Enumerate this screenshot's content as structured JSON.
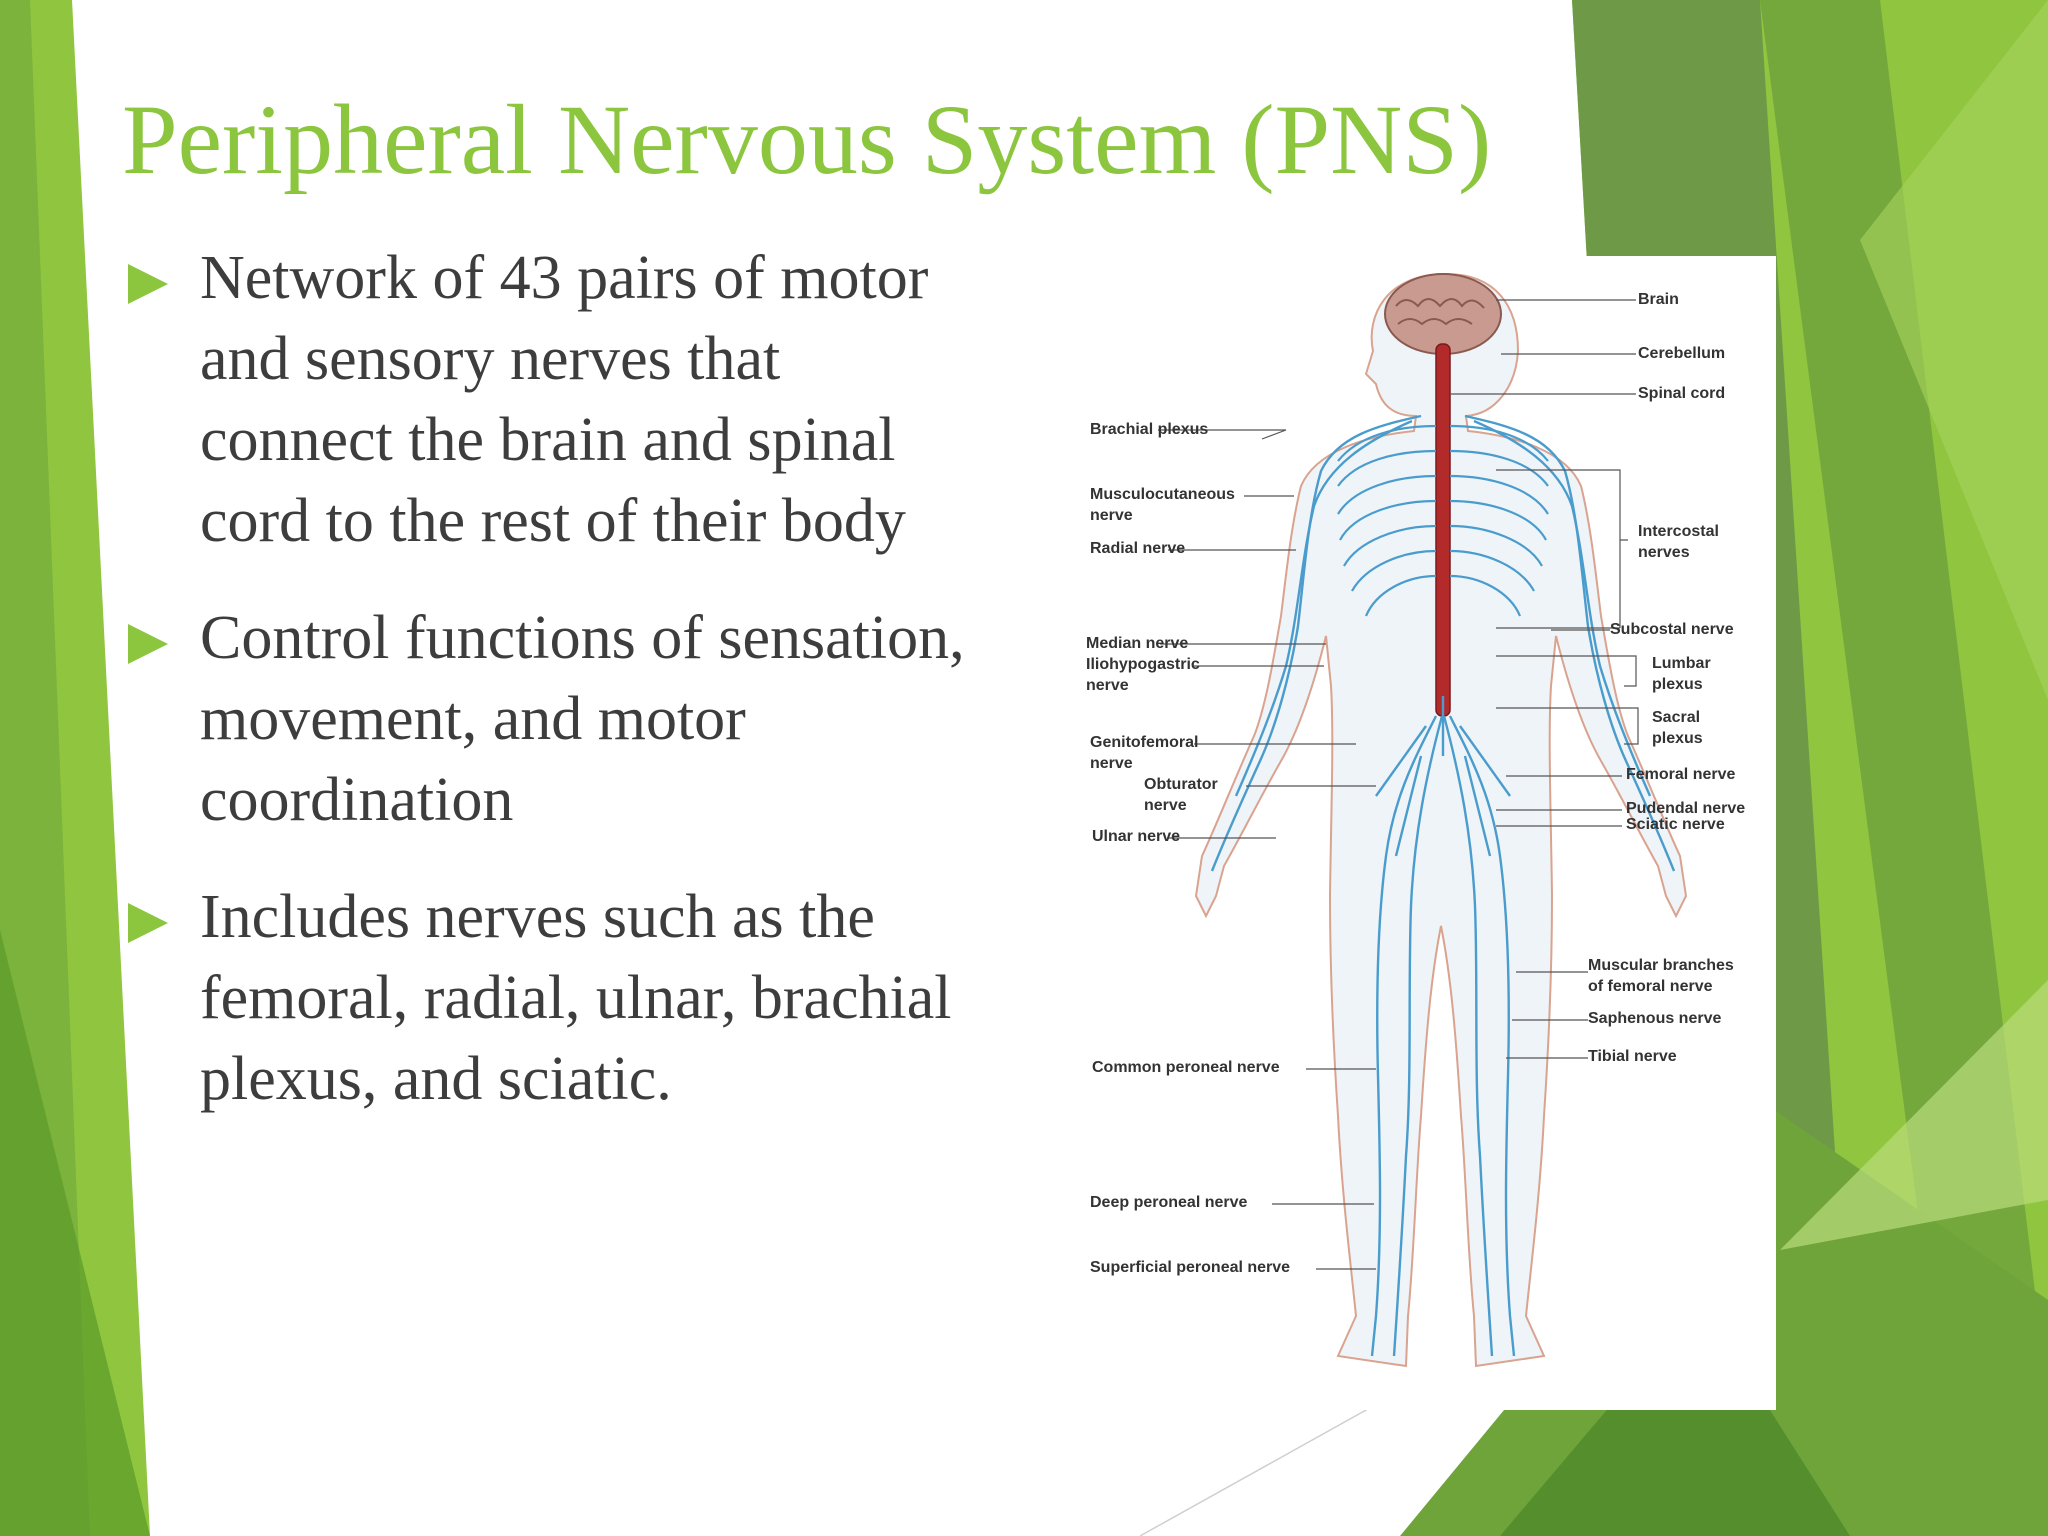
{
  "slide": {
    "title": "Peripheral Nervous System (PNS)",
    "bullets": [
      "Network of 43 pairs of motor and sensory nerves that connect the brain and spinal cord to the rest of their body",
      "Control functions of sensation, movement, and motor coordination",
      "Includes nerves such as the femoral, radial, ulnar, brachial plexus, and sciatic."
    ]
  },
  "figure": {
    "left_labels": [
      [
        "Brachial plexus"
      ],
      [
        "Musculocutaneous",
        "nerve"
      ],
      [
        "Radial nerve"
      ],
      [
        "Median nerve"
      ],
      [
        "Iliohypogastric",
        "nerve"
      ],
      [
        "Genitofemoral",
        "nerve"
      ],
      [
        "Obturator",
        "nerve"
      ],
      [
        "Ulnar nerve"
      ],
      [
        "Common peroneal nerve"
      ],
      [
        "Deep peroneal nerve"
      ],
      [
        "Superficial peroneal nerve"
      ]
    ],
    "right_labels": [
      [
        "Brain"
      ],
      [
        "Cerebellum"
      ],
      [
        "Spinal cord"
      ],
      [
        "Intercostal",
        "nerves"
      ],
      [
        "Subcostal nerve"
      ],
      [
        "Lumbar",
        "plexus"
      ],
      [
        "Sacral",
        "plexus"
      ],
      [
        "Femoral nerve"
      ],
      [
        "Pudendal nerve"
      ],
      [
        "Sciatic nerve"
      ],
      [
        "Muscular branches",
        "of femoral nerve"
      ],
      [
        "Saphenous nerve"
      ],
      [
        "Tibial nerve"
      ]
    ]
  },
  "colors": {
    "accent": "#8cc63f",
    "accent_dark": "#5b9a2e",
    "body_text": "#3d3d3d",
    "nerve": "#4a9ccd",
    "spinal_cord": "#b22a2a"
  }
}
